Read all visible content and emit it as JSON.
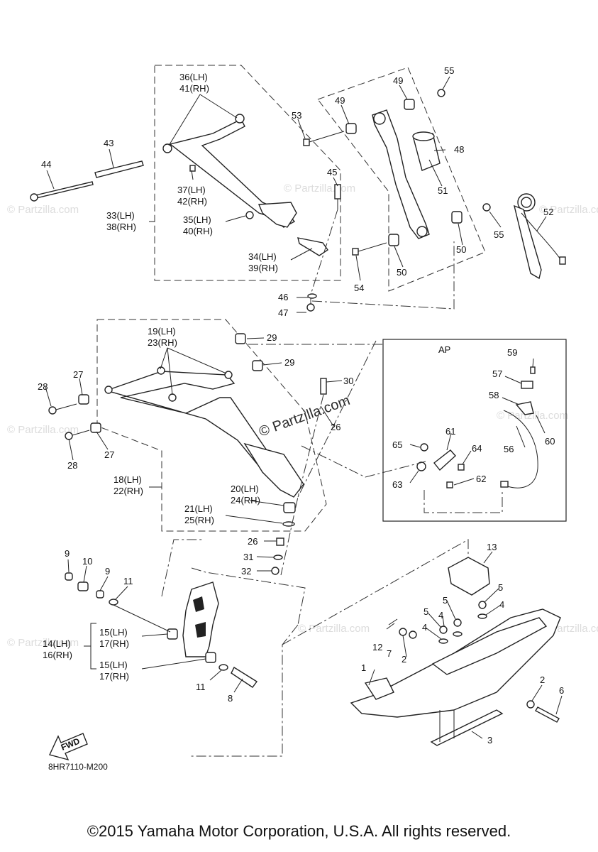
{
  "diagram_code": "8HR7110-M200",
  "copyright": "©2015 Yamaha Motor Corporation, U.S.A. All rights reserved.",
  "watermark": "© Partzilla.com",
  "fwd_label": "FWD",
  "inset_label": "AP",
  "callouts": [
    {
      "id": "c1",
      "text": "36(LH)"
    },
    {
      "id": "c2",
      "text": "41(RH)"
    },
    {
      "id": "c3",
      "text": "43"
    },
    {
      "id": "c4",
      "text": "44"
    },
    {
      "id": "c5",
      "text": "37(LH)"
    },
    {
      "id": "c6",
      "text": "42(RH)"
    },
    {
      "id": "c7",
      "text": "33(LH)"
    },
    {
      "id": "c8",
      "text": "38(RH)"
    },
    {
      "id": "c9",
      "text": "35(LH)"
    },
    {
      "id": "c10",
      "text": "40(RH)"
    },
    {
      "id": "c11",
      "text": "34(LH)"
    },
    {
      "id": "c12",
      "text": "39(RH)"
    },
    {
      "id": "c13",
      "text": "45"
    },
    {
      "id": "c14",
      "text": "46"
    },
    {
      "id": "c15",
      "text": "47"
    },
    {
      "id": "c16",
      "text": "53"
    },
    {
      "id": "c17",
      "text": "49"
    },
    {
      "id": "c18",
      "text": "49"
    },
    {
      "id": "c19",
      "text": "55"
    },
    {
      "id": "c20",
      "text": "48"
    },
    {
      "id": "c21",
      "text": "51"
    },
    {
      "id": "c22",
      "text": "52"
    },
    {
      "id": "c23",
      "text": "55"
    },
    {
      "id": "c24",
      "text": "50"
    },
    {
      "id": "c25",
      "text": "50"
    },
    {
      "id": "c26",
      "text": "54"
    },
    {
      "id": "c27",
      "text": "19(LH)"
    },
    {
      "id": "c28",
      "text": "23(RH)"
    },
    {
      "id": "c29",
      "text": "29"
    },
    {
      "id": "c30",
      "text": "29"
    },
    {
      "id": "c31",
      "text": "27"
    },
    {
      "id": "c32",
      "text": "28"
    },
    {
      "id": "c33",
      "text": "28"
    },
    {
      "id": "c34",
      "text": "27"
    },
    {
      "id": "c35",
      "text": "30"
    },
    {
      "id": "c36",
      "text": "26"
    },
    {
      "id": "c37",
      "text": "18(LH)"
    },
    {
      "id": "c38",
      "text": "22(RH)"
    },
    {
      "id": "c39",
      "text": "20(LH)"
    },
    {
      "id": "c40",
      "text": "24(RH)"
    },
    {
      "id": "c41",
      "text": "21(LH)"
    },
    {
      "id": "c42",
      "text": "25(RH)"
    },
    {
      "id": "c43",
      "text": "26"
    },
    {
      "id": "c44",
      "text": "31"
    },
    {
      "id": "c45",
      "text": "32"
    },
    {
      "id": "c46",
      "text": "59"
    },
    {
      "id": "c47",
      "text": "57"
    },
    {
      "id": "c48",
      "text": "58"
    },
    {
      "id": "c49",
      "text": "60"
    },
    {
      "id": "c50",
      "text": "56"
    },
    {
      "id": "c51",
      "text": "61"
    },
    {
      "id": "c52",
      "text": "65"
    },
    {
      "id": "c53",
      "text": "64"
    },
    {
      "id": "c54",
      "text": "63"
    },
    {
      "id": "c55",
      "text": "62"
    },
    {
      "id": "c56",
      "text": "9"
    },
    {
      "id": "c57",
      "text": "10"
    },
    {
      "id": "c58",
      "text": "9"
    },
    {
      "id": "c59",
      "text": "11"
    },
    {
      "id": "c60",
      "text": "15(LH)"
    },
    {
      "id": "c61",
      "text": "17(RH)"
    },
    {
      "id": "c62",
      "text": "14(LH)"
    },
    {
      "id": "c63",
      "text": "16(RH)"
    },
    {
      "id": "c64",
      "text": "15(LH)"
    },
    {
      "id": "c65",
      "text": "17(RH)"
    },
    {
      "id": "c66",
      "text": "11"
    },
    {
      "id": "c67",
      "text": "8"
    },
    {
      "id": "c68",
      "text": "13"
    },
    {
      "id": "c69",
      "text": "5"
    },
    {
      "id": "c70",
      "text": "4"
    },
    {
      "id": "c71",
      "text": "5"
    },
    {
      "id": "c72",
      "text": "4"
    },
    {
      "id": "c73",
      "text": "5"
    },
    {
      "id": "c74",
      "text": "4"
    },
    {
      "id": "c75",
      "text": "12"
    },
    {
      "id": "c76",
      "text": "7"
    },
    {
      "id": "c77",
      "text": "2"
    },
    {
      "id": "c78",
      "text": "1"
    },
    {
      "id": "c79",
      "text": "2"
    },
    {
      "id": "c80",
      "text": "6"
    },
    {
      "id": "c81",
      "text": "3"
    }
  ],
  "colors": {
    "ink": "#222222",
    "paper": "#ffffff",
    "watermark": "#dcdcdc"
  }
}
